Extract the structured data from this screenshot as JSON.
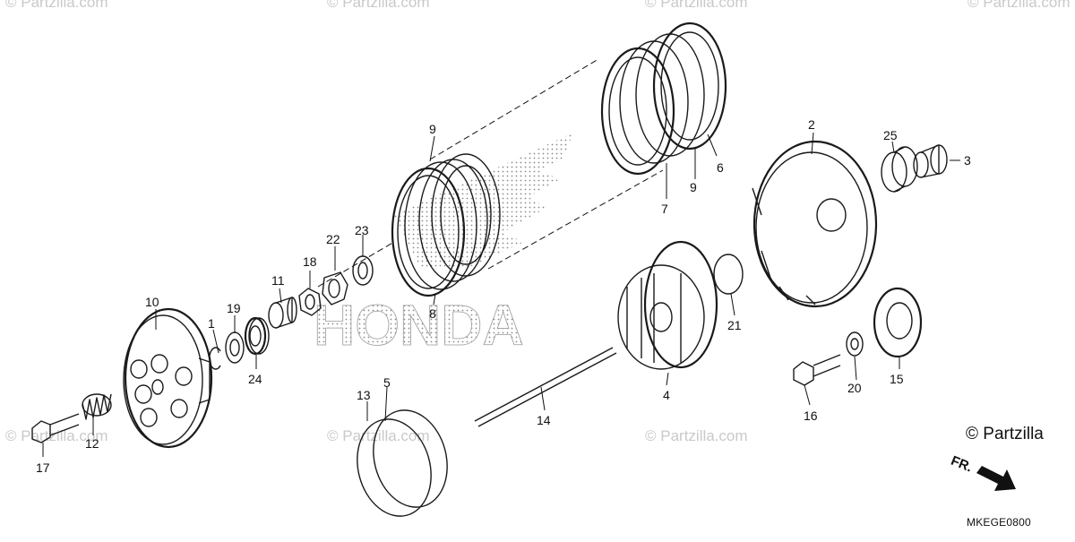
{
  "diagram": {
    "callouts": [
      "1",
      "2",
      "3",
      "4",
      "5",
      "6",
      "7",
      "8",
      "9",
      "9",
      "10",
      "11",
      "12",
      "13",
      "14",
      "15",
      "16",
      "17",
      "18",
      "19",
      "20",
      "21",
      "22",
      "23",
      "24",
      "25"
    ],
    "watermark": "© Partzilla.com",
    "copyright": "© Partzilla",
    "part_code": "MKEGE0800",
    "direction_label": "FR.",
    "brand_logo": "HONDA"
  }
}
